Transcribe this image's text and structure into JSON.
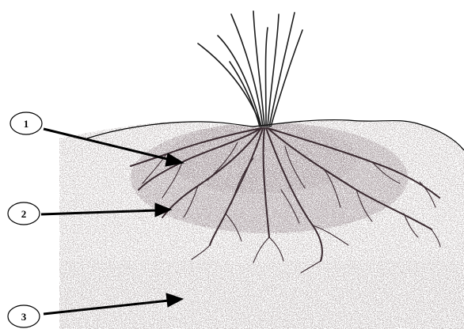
{
  "diagram": {
    "callouts": [
      {
        "label": "1",
        "target": "root-zone-upper"
      },
      {
        "label": "2",
        "target": "root-zone-middle"
      },
      {
        "label": "3",
        "target": "subsoil"
      }
    ],
    "colors": {
      "soil_speckle": "#a9a1a1",
      "soil_dense": "#8f8585",
      "root_zone": "#5e4f52",
      "roots": "#3a2a30",
      "grass": "#1a1a1a",
      "outline": "#000000"
    }
  }
}
